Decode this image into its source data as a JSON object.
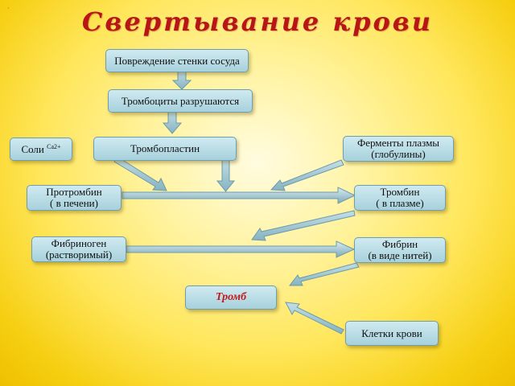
{
  "title": "Свертывание крови",
  "corner_mark": "·",
  "nodes": {
    "damage": "Повреждение стенки сосуда",
    "platelets": "Тромбоциты разрушаются",
    "salts": {
      "label": "Соли",
      "sup": "Ca2+"
    },
    "thromboplastin": "Тромбопластин",
    "enzymes": {
      "line1": "Ферменты плазмы",
      "line2": "(глобулины)"
    },
    "prothrombin": {
      "line1": "Протромбин",
      "line2": "( в печени)"
    },
    "thrombin": {
      "line1": "Тромбин",
      "line2": "( в плазме)"
    },
    "fibrinogen": {
      "line1": "Фибриноген",
      "line2": "(растворимый)"
    },
    "fibrin": {
      "line1": "Фибрин",
      "line2": "(в виде нитей)"
    },
    "clot": "Тромб",
    "blood_cells": "Клетки крови"
  },
  "colors": {
    "title": "#b81616",
    "box_fill": "#bfe0e9",
    "arrow": "#8fb9c6"
  }
}
